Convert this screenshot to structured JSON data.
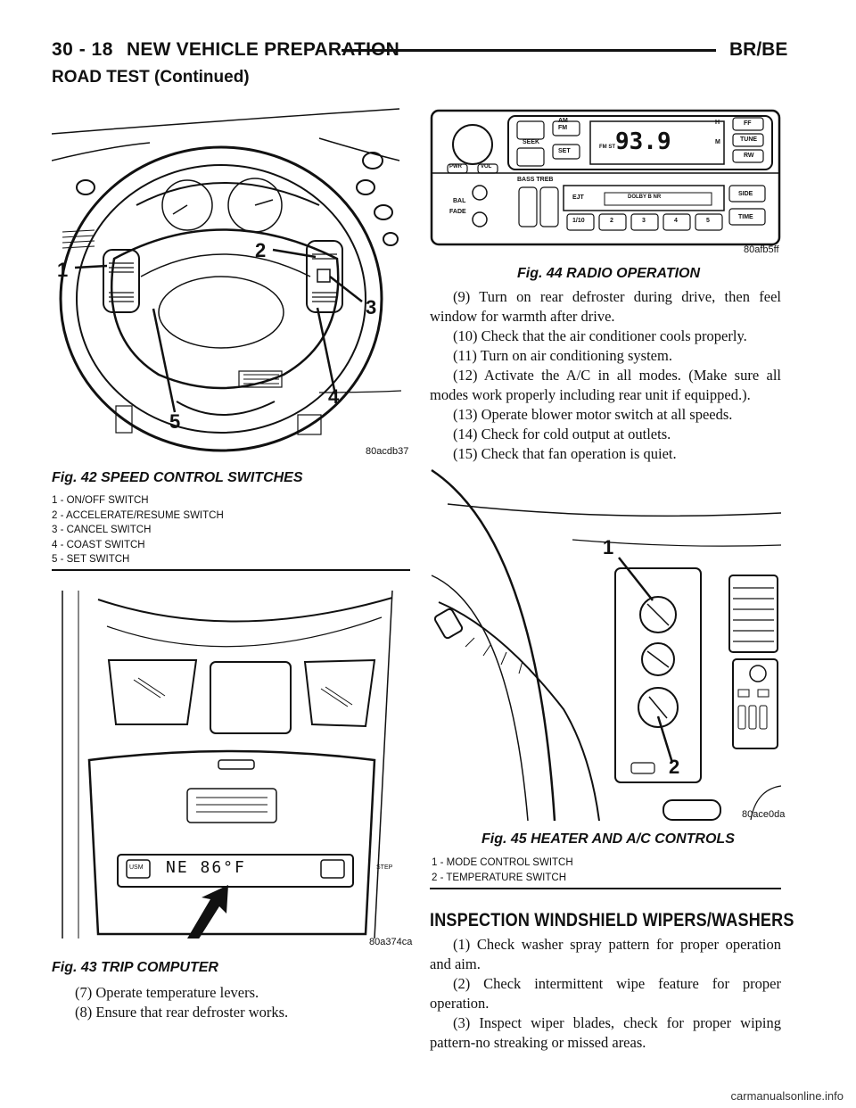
{
  "header": {
    "page_number": "30 - 18",
    "section_title": "NEW VEHICLE PREPARATION",
    "model_code": "BR/BE",
    "subheading": "ROAD TEST (Continued)"
  },
  "figures": {
    "fig42": {
      "image_code": "80acdb37",
      "caption": "Fig. 42 SPEED CONTROL SWITCHES",
      "callouts": [
        "1",
        "2",
        "3",
        "4",
        "5"
      ],
      "legend": [
        "1 - ON/OFF SWITCH",
        "2 - ACCELERATE/RESUME SWITCH",
        "3 - CANCEL SWITCH",
        "4 - COAST SWITCH",
        "5 - SET SWITCH"
      ]
    },
    "fig43": {
      "image_code": "80a374ca",
      "caption": "Fig. 43 TRIP COMPUTER",
      "display_text": "NE  86°F",
      "button_left": "USM",
      "button_right": "STEP"
    },
    "fig44": {
      "image_code": "80afb5ff",
      "caption": "Fig. 44 RADIO OPERATION",
      "frequency": "93.9",
      "labels": {
        "seek": "SEEK",
        "am": "AM",
        "fm": "FM",
        "set": "SET",
        "pwr": "PWR",
        "vol": "VOL",
        "bass_treb": "BASS TREB",
        "bal": "BAL",
        "fade": "FADE",
        "ejt": "EJT",
        "dolby": "DOLBY B NR",
        "h": "H",
        "m": "M",
        "ff": "FF",
        "tune": "TUNE",
        "rw": "RW",
        "side": "SIDE",
        "time": "TIME",
        "fmst": "FM ST",
        "presets": [
          "1/10",
          "2",
          "3",
          "4",
          "5"
        ]
      }
    },
    "fig45": {
      "image_code": "80ace0da",
      "caption": "Fig. 45 HEATER AND A/C CONTROLS",
      "callouts": [
        "1",
        "2"
      ],
      "legend": [
        "1 - MODE CONTROL SWITCH",
        "2 - TEMPERATURE SWITCH"
      ]
    }
  },
  "left_steps": [
    "(7) Operate temperature levers.",
    "(8) Ensure that rear defroster works."
  ],
  "right_steps": [
    "(9) Turn on rear defroster during drive, then feel window for warmth after drive.",
    "(10) Check that the air conditioner cools properly.",
    "(11) Turn on air conditioning system.",
    "(12) Activate the A/C in all modes. (Make sure all modes work properly including rear unit if equipped.).",
    "(13) Operate blower motor switch at all speeds.",
    "(14) Check for cold output at outlets.",
    "(15) Check that fan operation is quiet."
  ],
  "inspection": {
    "title": "INSPECTION WINDSHIELD WIPERS/WASHERS",
    "steps": [
      "(1) Check washer spray pattern for proper operation and aim.",
      "(2) Check intermittent wipe feature for proper operation.",
      "(3) Inspect wiper blades, check for proper wiping pattern-no streaking or missed areas."
    ]
  },
  "watermark": "carmanualsonline.info"
}
